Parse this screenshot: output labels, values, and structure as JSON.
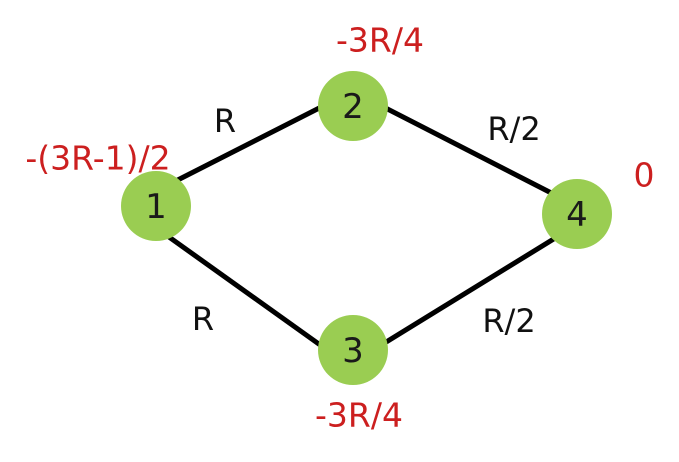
{
  "colors": {
    "node_fill": "#9acd52",
    "edge": "#000000",
    "value_text": "#cc1f1f",
    "label_text": "#111111"
  },
  "nodes": [
    {
      "id": "1",
      "label": "1",
      "value": "-(3R-1)/2"
    },
    {
      "id": "2",
      "label": "2",
      "value": "-3R/4"
    },
    {
      "id": "3",
      "label": "3",
      "value": "-3R/4"
    },
    {
      "id": "4",
      "label": "4",
      "value": "0"
    }
  ],
  "edges": [
    {
      "from": "1",
      "to": "2",
      "label": "R"
    },
    {
      "from": "2",
      "to": "4",
      "label": "R/2"
    },
    {
      "from": "1",
      "to": "3",
      "label": "R"
    },
    {
      "from": "3",
      "to": "4",
      "label": "R/2"
    }
  ]
}
